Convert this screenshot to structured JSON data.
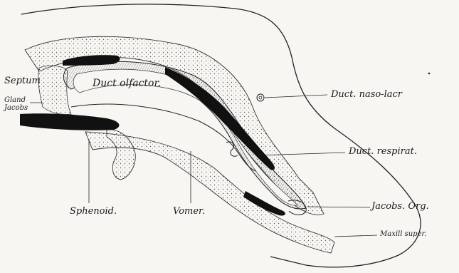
{
  "labels": {
    "septum": "Septum",
    "gland_line1": "Gland",
    "gland_line2": "Jacobs",
    "duct_olfactor": "Duct olfactor.",
    "duct_naso_lacr": "Duct. naso-lacr",
    "duct_respirat": "Duct. respirat.",
    "jacobs_org": "Jacobs. Org.",
    "maxill_super": "Maxill super.",
    "sphenoid": "Sphenoid.",
    "vomer": "Vomer."
  }
}
